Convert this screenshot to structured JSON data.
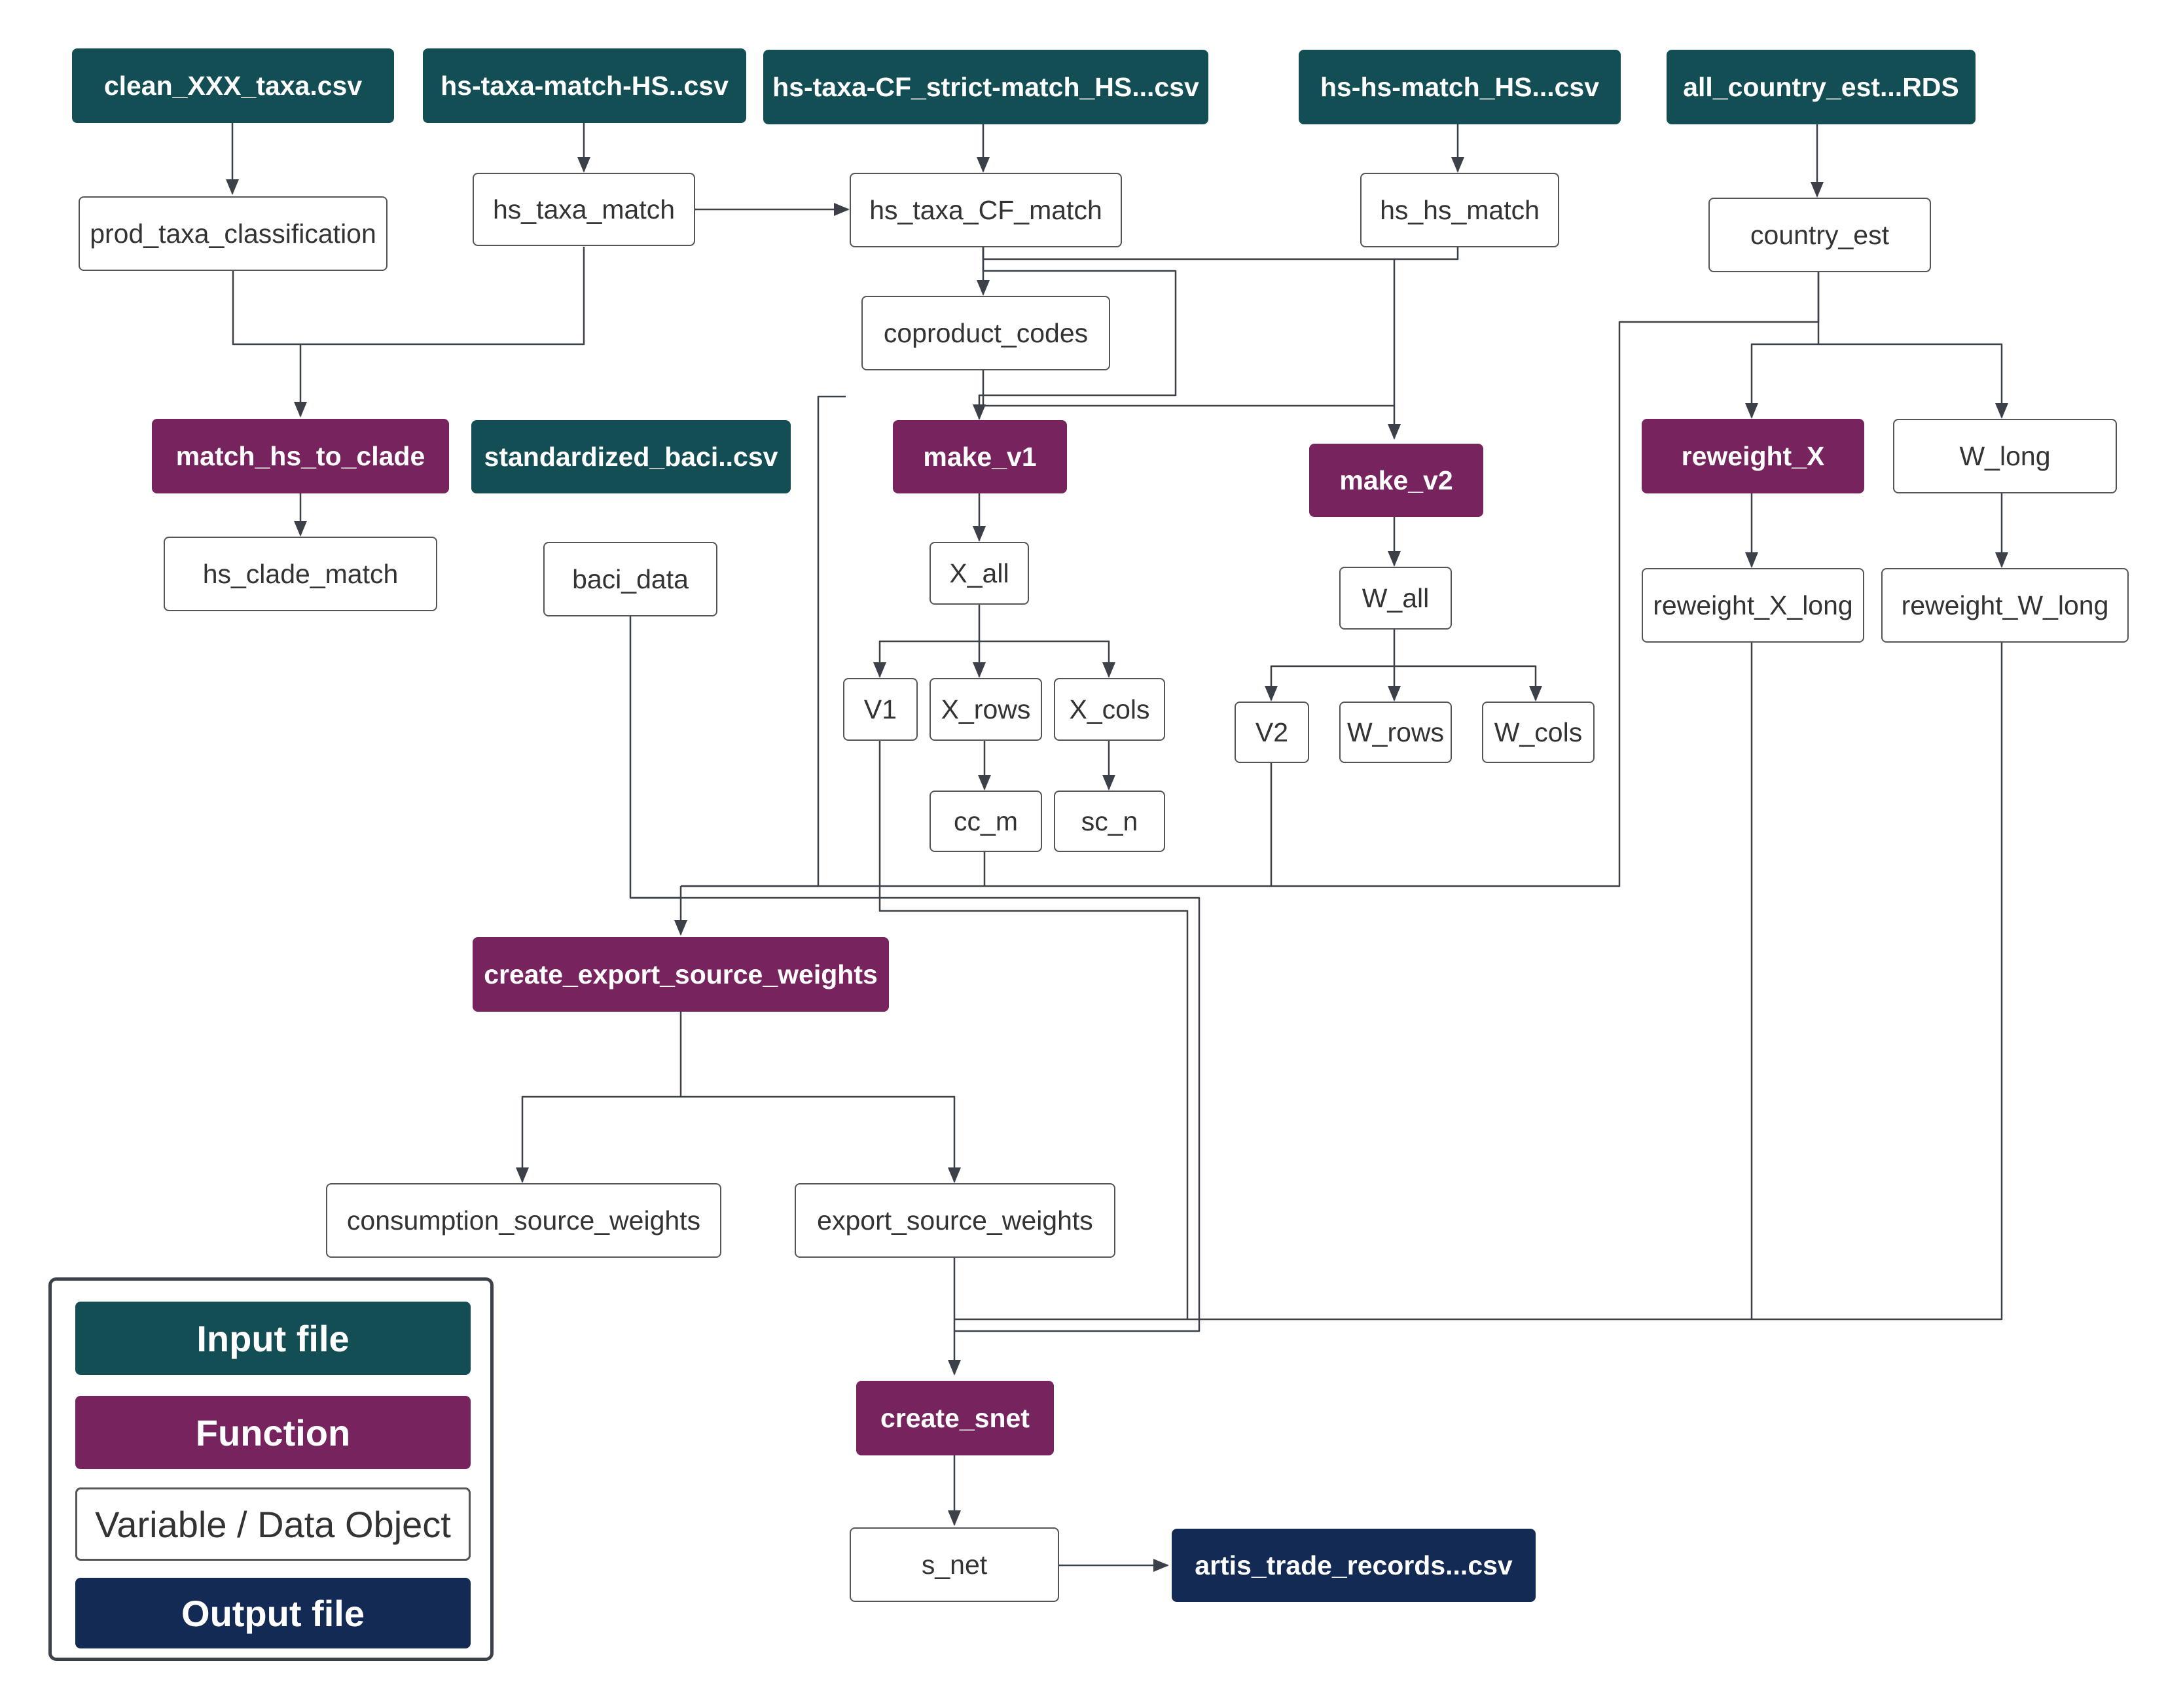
{
  "colors": {
    "input": "#134e55",
    "function": "#77235e",
    "variable": "#ffffff",
    "output": "#132a55",
    "edge": "#3c4048"
  },
  "nodes": {
    "clean_taxa_csv": "clean_XXX_taxa.csv",
    "hs_taxa_match_csv": "hs-taxa-match-HS..csv",
    "hs_taxa_cf_strict_csv": "hs-taxa-CF_strict-match_HS...csv",
    "hs_hs_match_csv": "hs-hs-match_HS...csv",
    "all_country_est_rds": "all_country_est...RDS",
    "prod_taxa_classification": "prod_taxa_classification",
    "hs_taxa_match": "hs_taxa_match",
    "hs_taxa_cf_match": "hs_taxa_CF_match",
    "hs_hs_match": "hs_hs_match",
    "country_est": "country_est",
    "coproduct_codes": "coproduct_codes",
    "match_hs_to_clade": "match_hs_to_clade",
    "standardized_baci_csv": "standardized_baci..csv",
    "make_v1": "make_v1",
    "make_v2": "make_v2",
    "reweight_x": "reweight_X",
    "w_long": "W_long",
    "hs_clade_match": "hs_clade_match",
    "baci_data": "baci_data",
    "x_all": "X_all",
    "w_all": "W_all",
    "reweight_x_long": "reweight_X_long",
    "reweight_w_long": "reweight_W_long",
    "v1": "V1",
    "x_rows": "X_rows",
    "x_cols": "X_cols",
    "v2": "V2",
    "w_rows": "W_rows",
    "w_cols": "W_cols",
    "cc_m": "cc_m",
    "sc_n": "sc_n",
    "create_export_source_weights": "create_export_source_weights",
    "consumption_source_weights": "consumption_source_weights",
    "export_source_weights": "export_source_weights",
    "create_snet": "create_snet",
    "s_net": "s_net",
    "artis_trade_records_csv": "artis_trade_records...csv"
  },
  "legend": {
    "input_file": "Input file",
    "function": "Function",
    "variable": "Variable / Data Object",
    "output_file": "Output file"
  }
}
